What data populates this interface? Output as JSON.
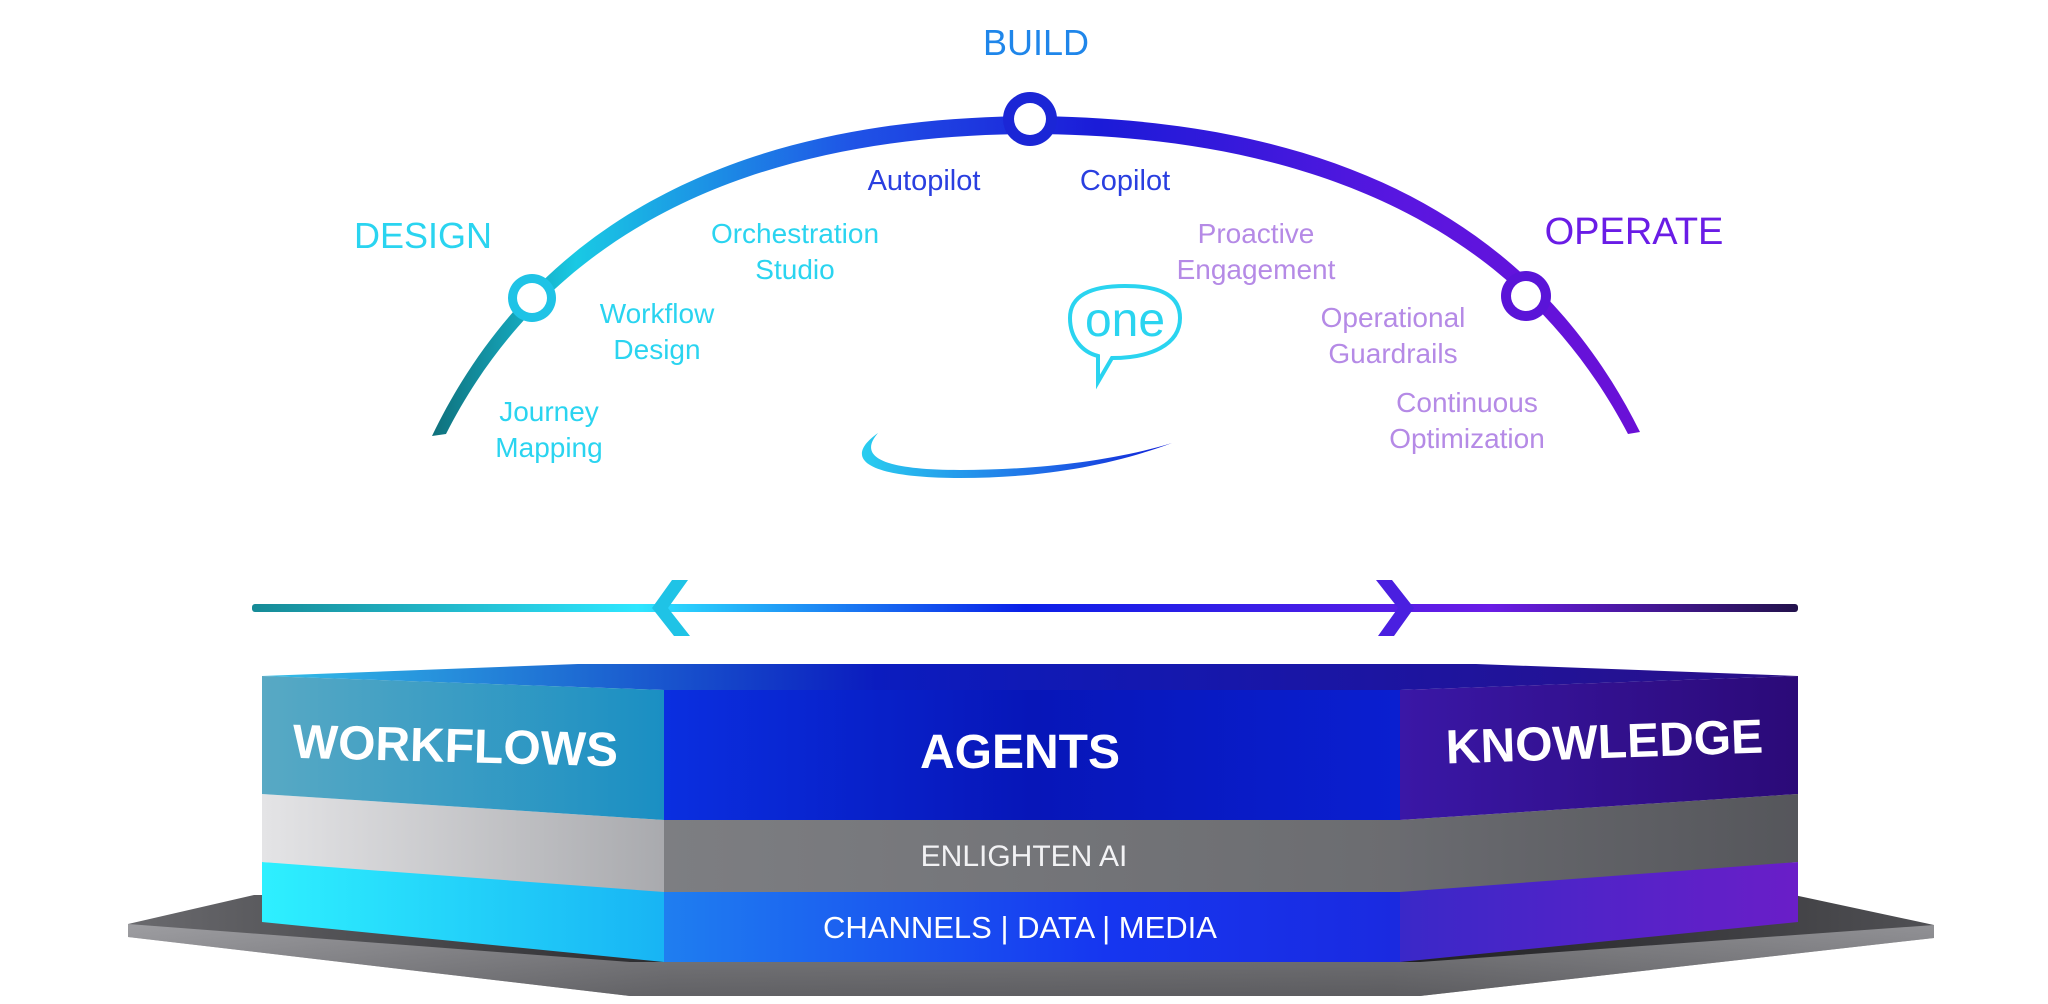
{
  "phases": {
    "design": {
      "label": "DESIGN",
      "color": "#2ad4f0"
    },
    "build": {
      "label": "BUILD",
      "color": "#1f86ea"
    },
    "operate": {
      "label": "OPERATE",
      "color": "#6a1ce6"
    }
  },
  "capabilities": {
    "journey_mapping": [
      "Journey",
      "Mapping"
    ],
    "workflow_design": [
      "Workflow",
      "Design"
    ],
    "orchestration_studio": [
      "Orchestration",
      "Studio"
    ],
    "autopilot": "Autopilot",
    "copilot": "Copilot",
    "proactive_engagement": [
      "Proactive",
      "Engagement"
    ],
    "operational_guardrails": [
      "Operational",
      "Guardrails"
    ],
    "continuous_optimization": [
      "Continuous",
      "Optimization"
    ]
  },
  "logo": {
    "text": "one"
  },
  "platform": {
    "top_layer": {
      "workflows": "WORKFLOWS",
      "agents": "AGENTS",
      "knowledge": "KNOWLEDGE"
    },
    "middle_layer": "ENLIGHTEN AI",
    "bottom_layer": "CHANNELS | DATA | MEDIA"
  },
  "colors": {
    "cyan": "#2ee6ff",
    "teal": "#168a96",
    "blue": "#0a1fd0",
    "purple": "#5a10d8",
    "dark_purple": "#2a0d6e",
    "gray": "#7a7b80"
  }
}
